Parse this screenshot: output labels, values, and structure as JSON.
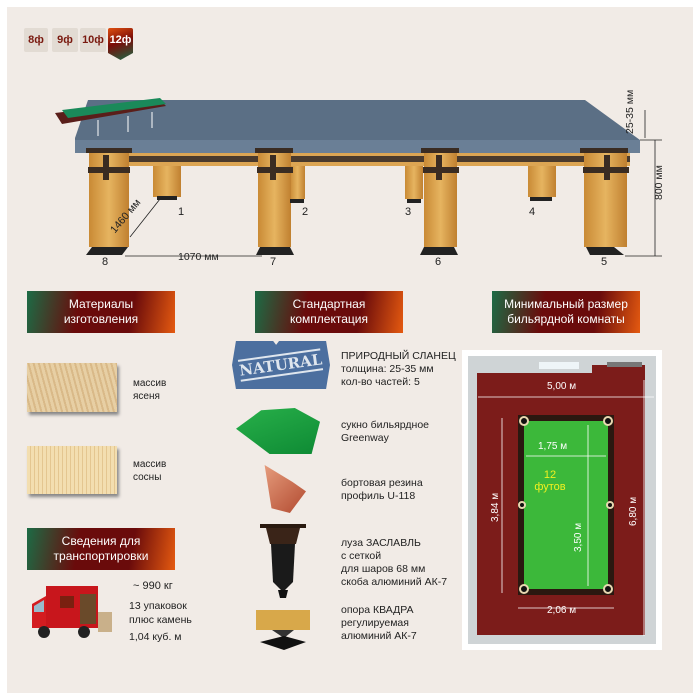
{
  "size_tabs": [
    {
      "label": "8ф",
      "active": false
    },
    {
      "label": "9ф",
      "active": false
    },
    {
      "label": "10ф",
      "active": false
    },
    {
      "label": "12ф",
      "active": true
    }
  ],
  "table_diagram": {
    "slate_thickness": "25-35 мм",
    "height": "800 мм",
    "leg_spacing_depth": "1460 мм",
    "leg_spacing_length": "1070 мм",
    "leg_numbers": [
      "1",
      "2",
      "3",
      "4",
      "5",
      "6",
      "7",
      "8"
    ]
  },
  "materials": {
    "header": [
      "Материалы",
      "изготовления"
    ],
    "items": [
      {
        "line1": "массив",
        "line2": "ясеня"
      },
      {
        "line1": "массив",
        "line2": "сосны"
      }
    ]
  },
  "transport": {
    "header": [
      "Сведения для",
      "транспортировки"
    ],
    "weight": "~ 990 кг",
    "packages": "13 упаковок",
    "plus": "плюс камень",
    "volume": "1,04 куб. м"
  },
  "standard": {
    "header": [
      "Стандартная",
      "комплектация"
    ],
    "slate_stamp": "NATURAL",
    "items": [
      {
        "lines": [
          "ПРИРОДНЫЙ СЛАНЕЦ",
          "толщина: 25-35 мм",
          "кол-во частей: 5"
        ]
      },
      {
        "lines": [
          "сукно бильярдное",
          "Greenway"
        ]
      },
      {
        "lines": [
          "бортовая резина",
          "профиль U-118"
        ]
      },
      {
        "lines": [
          "луза ЗАСЛАВЛЬ",
          "с сеткой",
          "для шаров 68 мм",
          "скоба алюминий АК-7"
        ]
      },
      {
        "lines": [
          "опора КВАДРА",
          "регулируемая",
          "алюминий АК-7"
        ]
      }
    ]
  },
  "room": {
    "header": [
      "Минимальный размер",
      "бильярдной комнаты"
    ],
    "room_width": "5,00 м",
    "room_length": "6,80 м",
    "table_width": "1,75 м",
    "table_length": "3,50 м",
    "outer_length": "3,84 м",
    "outer_width": "2,06 м",
    "size_num": "12",
    "size_unit": "футов"
  }
}
